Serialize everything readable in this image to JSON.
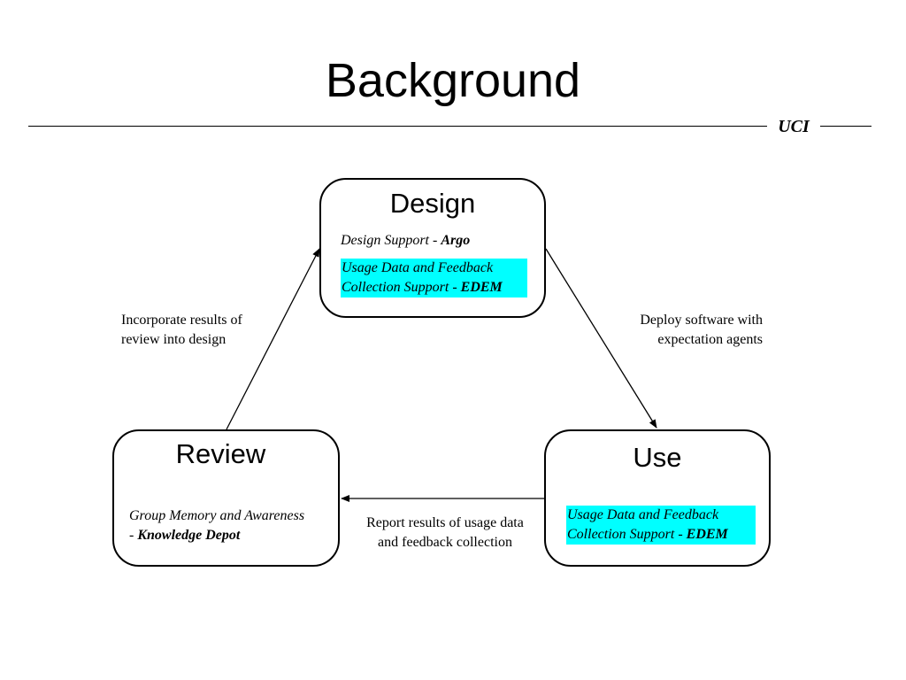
{
  "slide": {
    "title": "Background",
    "org": "UCI"
  },
  "nodes": {
    "design": {
      "title": "Design",
      "item1_text": "Design Support - ",
      "item1_tool": "Argo",
      "item2_line1": "Usage Data and Feedback",
      "item2_line2_text": "Collection Support - ",
      "item2_tool": "EDEM"
    },
    "use": {
      "title": "Use",
      "item_line1": "Usage Data and Feedback",
      "item_line2_text": "Collection Support - ",
      "item_tool": "EDEM"
    },
    "review": {
      "title": "Review",
      "item_line1": "Group Memory and Awareness",
      "item_line2_text": "- ",
      "item_tool": "Knowledge Depot"
    }
  },
  "edges": {
    "design_to_use": {
      "line1": "Deploy software with",
      "line2": "expectation agents"
    },
    "use_to_review": {
      "line1": "Report results of usage data",
      "line2": "and feedback collection"
    },
    "review_to_design": {
      "line1": "Incorporate results of",
      "line2": "review into design"
    }
  },
  "colors": {
    "highlight": "#00ffff",
    "stroke": "#000000",
    "background": "#ffffff"
  }
}
